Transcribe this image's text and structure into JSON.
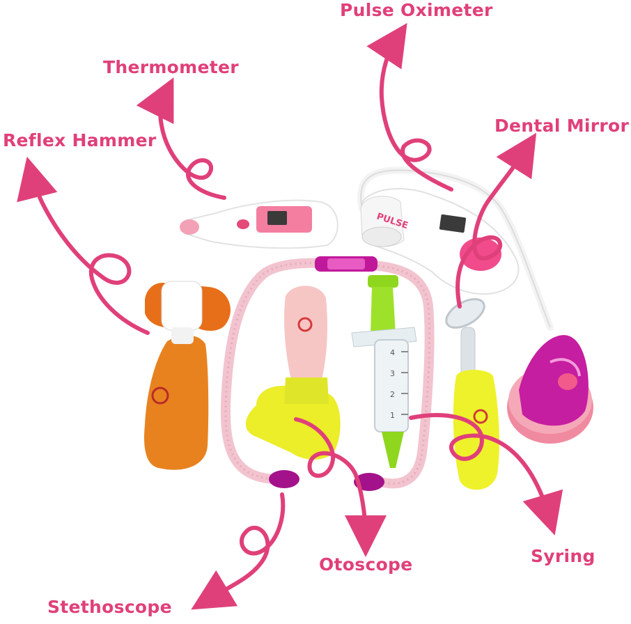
{
  "labels": {
    "pulse_oximeter": "Pulse Oximeter",
    "thermometer": "Thermometer",
    "dental_mirror": "Dental Mirror",
    "reflex_hammer": "Reflex Hammer",
    "otoscope": "Otoscope",
    "syringe": "Syring",
    "stethoscope": "Stethoscope"
  },
  "toy_text": {
    "pulse": "PULSE",
    "syringe_scale": [
      "1",
      "2",
      "3",
      "4"
    ]
  },
  "colors": {
    "accent": "#e0407a",
    "orange": "#e87a1e",
    "pink_light": "#f5c3cf",
    "magenta": "#c0189a",
    "lime": "#8fd61e",
    "yellow": "#eef22a"
  }
}
